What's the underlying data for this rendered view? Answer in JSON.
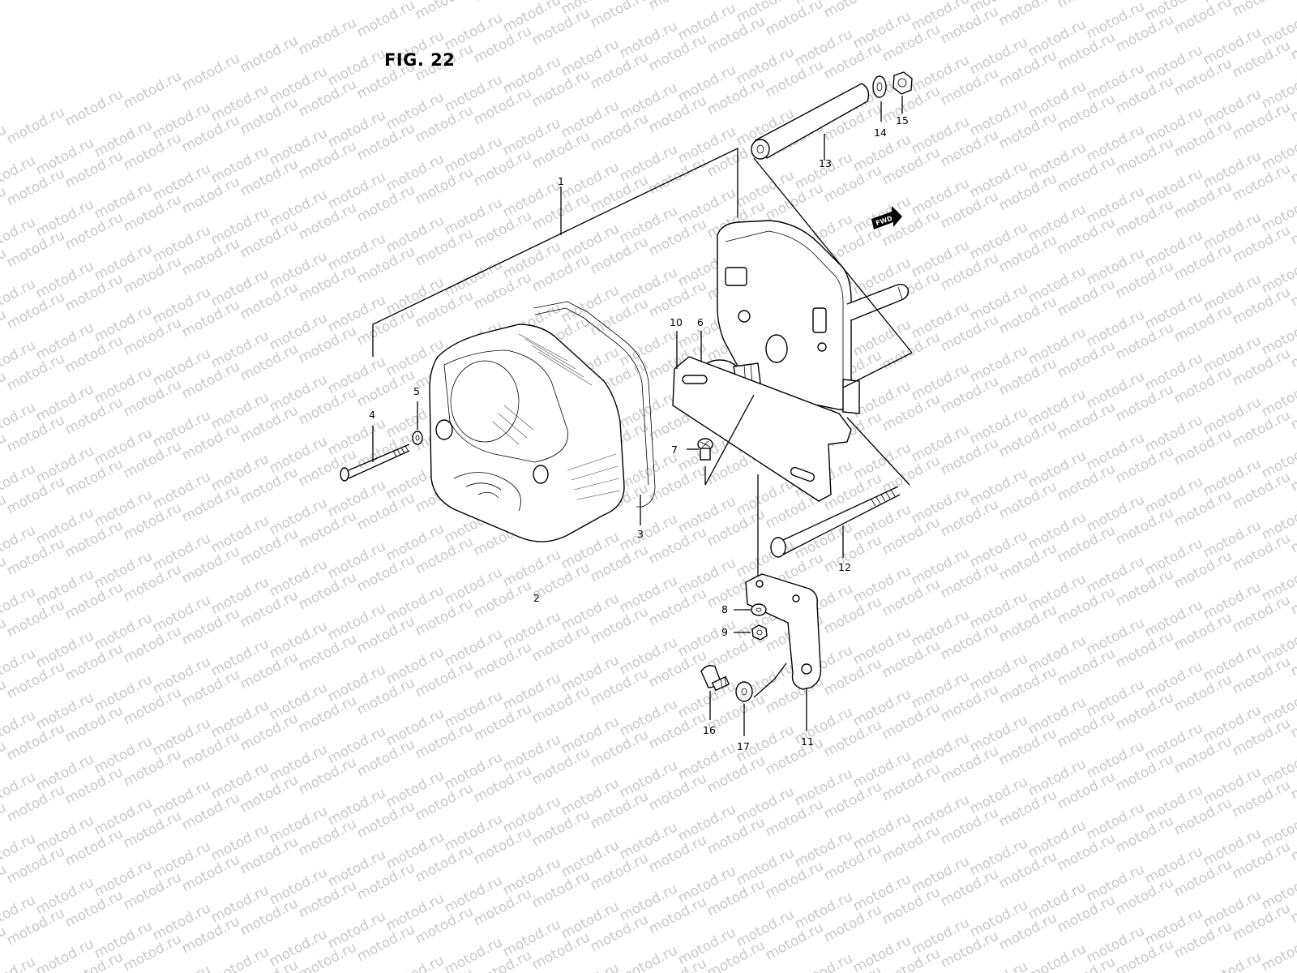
{
  "figure": {
    "title": "FIG. 22"
  },
  "watermark": {
    "text": "motod.ru",
    "color": "#c8c8c8"
  },
  "labels": {
    "p1": "1",
    "p2": "2",
    "p3": "3",
    "p4": "4",
    "p5": "5",
    "p6": "6",
    "p7": "7",
    "p8": "8",
    "p9": "9",
    "p10": "10",
    "p11": "11",
    "p12": "12",
    "p13": "13",
    "p14": "14",
    "p15": "15",
    "p16": "16",
    "p17": "17"
  },
  "direction_marker": {
    "text": "FWD"
  }
}
